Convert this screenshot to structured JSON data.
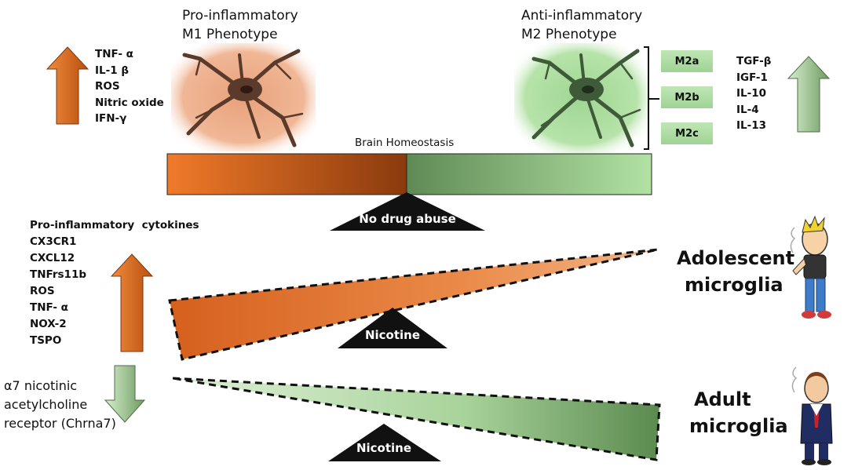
{
  "titles": {
    "m1_line1": "Pro-inflammatory",
    "m1_line2": "M1 Phenotype",
    "m2_line1": "Anti-inflammatory",
    "m2_line2": "M2 Phenotype"
  },
  "m1_factors": [
    "TNF- α",
    "IL-1 β",
    "ROS",
    "Nitric oxide",
    "IFN-γ"
  ],
  "m2_factors": [
    "TGF-β",
    "IGF-1",
    "IL-10",
    "IL-4",
    "IL-13"
  ],
  "m2_subtypes": [
    "M2a",
    "M2b",
    "M2c"
  ],
  "homeostasis_label": "Brain Homeostasis",
  "fulcrums": {
    "top": "No drug abuse",
    "middle": "Nicotine",
    "bottom": "Nicotine"
  },
  "adolescent_upregulated": [
    "Pro-inflammatory  cytokines",
    "CX3CR1",
    "CXCL12",
    "TNFrs11b",
    "ROS",
    "TNF- α",
    "NOX-2",
    "TSPO"
  ],
  "adult_downregulated": [
    "α7 nicotinic",
    "acetylcholine",
    "receptor (Chrna7)"
  ],
  "groups": {
    "adolescent_line1": "Adolescent",
    "adolescent_line2": "microglia",
    "adult_line1": "Adult",
    "adult_line2": "microglia"
  },
  "colors": {
    "orange": "#e8772e",
    "orange_dark": "#8b3a0c",
    "green": "#a9d79c",
    "green_dark": "#4f7a45"
  }
}
